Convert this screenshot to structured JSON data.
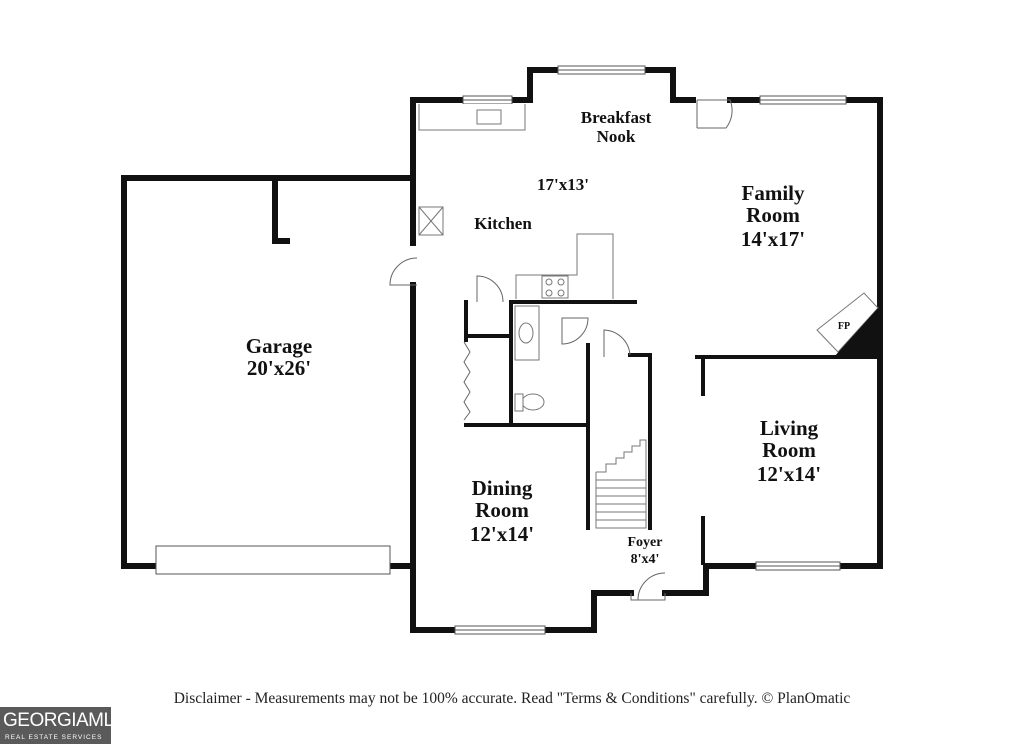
{
  "rooms": [
    {
      "id": "breakfast-nook",
      "name_lines": [
        "Breakfast",
        "Nook"
      ],
      "size": ""
    },
    {
      "id": "kitchen",
      "name_lines": [
        "Kitchen"
      ],
      "size": "17'x13'"
    },
    {
      "id": "family-room",
      "name_lines": [
        "Family",
        "Room"
      ],
      "size": "14'x17'"
    },
    {
      "id": "garage",
      "name_lines": [
        "Garage"
      ],
      "size": "20'x26'"
    },
    {
      "id": "living-room",
      "name_lines": [
        "Living",
        "Room"
      ],
      "size": "12'x14'"
    },
    {
      "id": "dining-room",
      "name_lines": [
        "Dining",
        "Room"
      ],
      "size": "12'x14'"
    },
    {
      "id": "foyer",
      "name_lines": [
        "Foyer"
      ],
      "size": "8'x4'"
    }
  ],
  "fireplace_label": "FP",
  "disclaimer": "Disclaimer - Measurements may not be 100% accurate. Read \"Terms & Conditions\" carefully. © PlanOmatic",
  "logo": {
    "main": "GEORGIAMLS",
    "sub": "REAL ESTATE SERVICES"
  },
  "colors": {
    "wall": "#111111",
    "fixture": "#777777",
    "logo_bg": "#5a5a5a"
  }
}
